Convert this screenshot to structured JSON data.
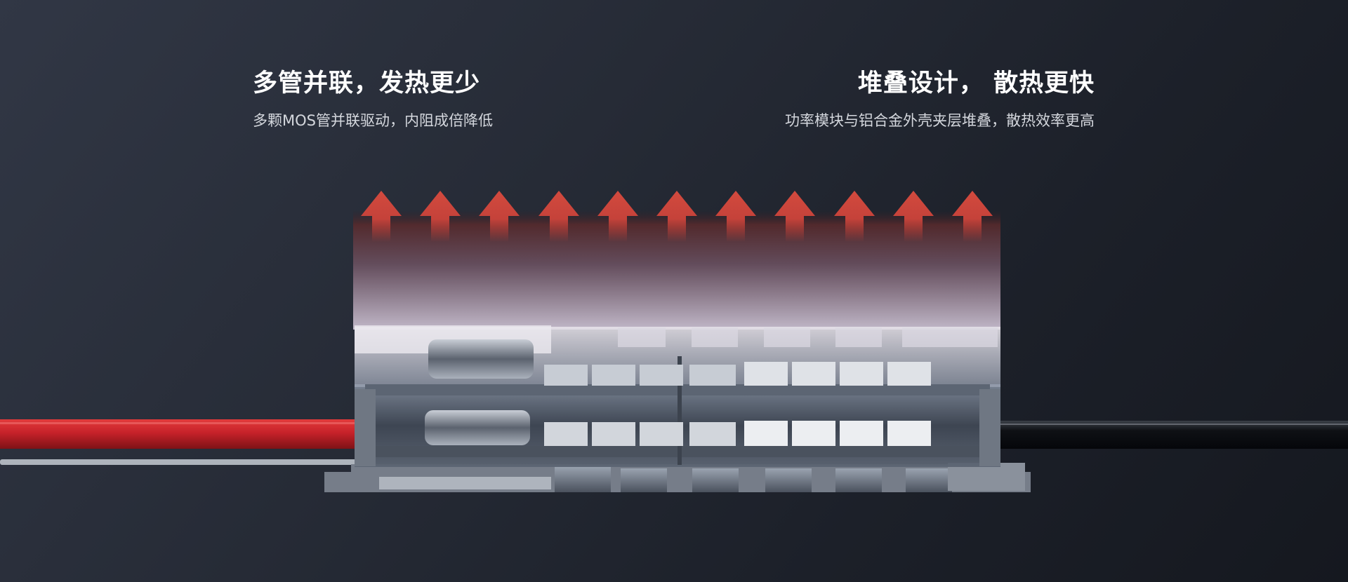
{
  "left": {
    "title": "多管并联，发热更少",
    "subtitle": "多颗MOS管并联驱动，内阻成倍降低"
  },
  "right": {
    "title": "堆叠设计， 散热更快",
    "subtitle": "功率模块与铝合金外壳夹层堆叠，散热效率更高"
  },
  "colors": {
    "heat_arrow": "#c8443a",
    "red_wire": "#c8262c",
    "black_wire": "#0c0e12"
  }
}
